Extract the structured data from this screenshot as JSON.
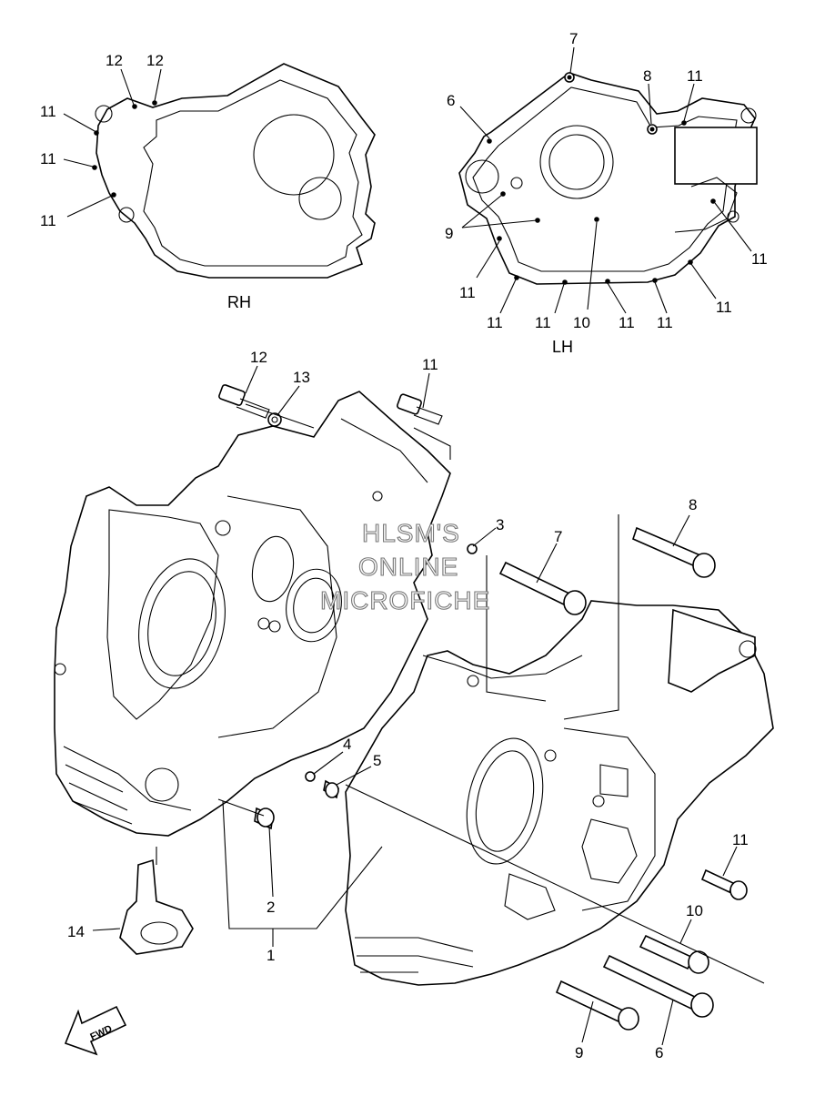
{
  "diagram": {
    "watermark": [
      "HLSM'S",
      "ONLINE",
      "MICROFICHE"
    ],
    "fwd_label": "FWD",
    "side_labels": {
      "rh": "RH",
      "lh": "LH"
    },
    "callouts": {
      "rh_12a": "12",
      "rh_12b": "12",
      "rh_11a": "11",
      "rh_11b": "11",
      "rh_11c": "11",
      "lh_7": "7",
      "lh_6": "6",
      "lh_8": "8",
      "lh_11top": "11",
      "lh_9": "9",
      "lh_11r1": "11",
      "lh_11r2": "11",
      "lh_11l": "11",
      "lh_11b1": "11",
      "lh_11b2": "11",
      "lh_10": "10",
      "lh_11b3": "11",
      "lh_11b4": "11",
      "m_12": "12",
      "m_13": "13",
      "m_11": "11",
      "m_3": "3",
      "m_7": "7",
      "m_8": "8",
      "m_4": "4",
      "m_5": "5",
      "m_11r": "11",
      "m_2": "2",
      "m_10": "10",
      "m_1": "1",
      "m_14": "14",
      "m_9": "9",
      "m_6": "6"
    }
  }
}
